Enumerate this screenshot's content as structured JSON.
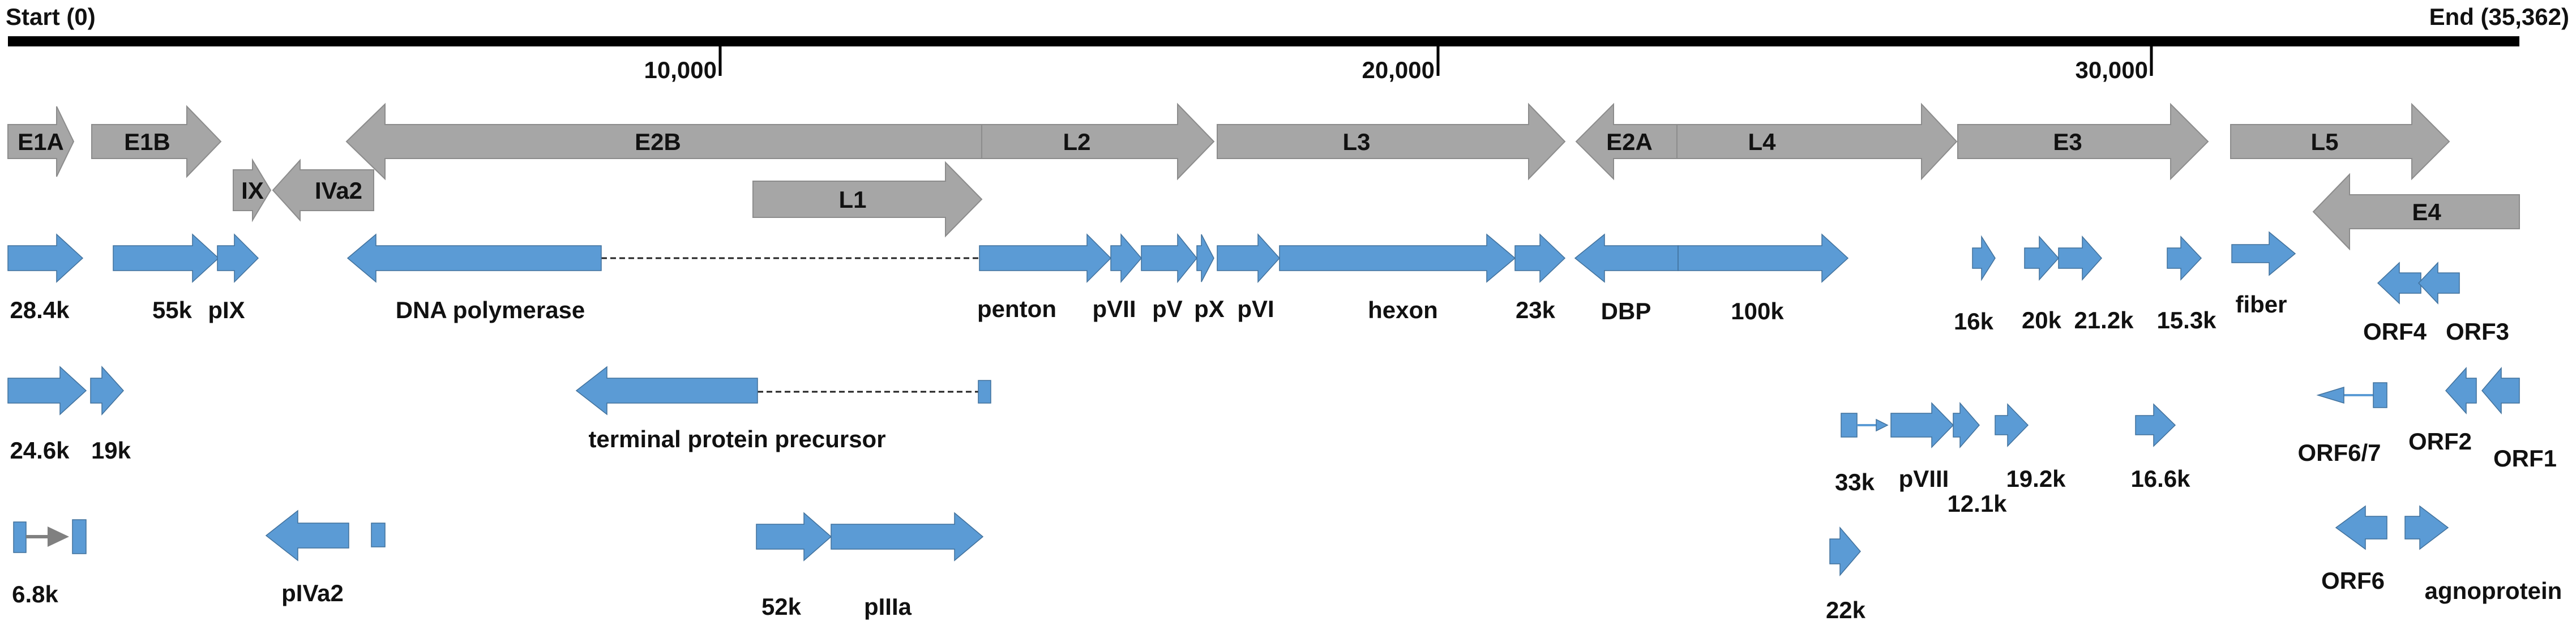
{
  "header": {
    "start_label": "Start   (0)",
    "end_label": "End (35,362)"
  },
  "ruler": {
    "ticks": [
      {
        "label": "10,000"
      },
      {
        "label": "20,000"
      },
      {
        "label": "30,000"
      }
    ]
  },
  "colors": {
    "backbone": "#000000",
    "region_fill": "#a6a6a6",
    "region_stroke": "#8c8c8c",
    "gene_fill": "#5b9bd5",
    "gene_stroke": "#41719c",
    "connector": "#222222",
    "marker": "#808080"
  },
  "regions": [
    {
      "label": "E1A"
    },
    {
      "label": "E1B"
    },
    {
      "label": "IX"
    },
    {
      "label": "IVa2"
    },
    {
      "label": "E2B"
    },
    {
      "label": "L2"
    },
    {
      "label": "L1"
    },
    {
      "label": "L3"
    },
    {
      "label": "E2A"
    },
    {
      "label": "L4"
    },
    {
      "label": "E3"
    },
    {
      "label": "L5"
    },
    {
      "label": "E4"
    }
  ],
  "gene_labels": [
    "28.4k",
    "55k",
    "pIX",
    "DNA polymerase",
    "penton",
    "pVII",
    "pV",
    "pX",
    "pVI",
    "hexon",
    "23k",
    "DBP",
    "100k",
    "16k",
    "20k",
    "21.2k",
    "15.3k",
    "fiber",
    "ORF4",
    "ORF3",
    "24.6k",
    "19k",
    "terminal protein precursor",
    "33k",
    "pVIII",
    "12.1k",
    "19.2k",
    "16.6k",
    "ORF6/7",
    "ORF2",
    "ORF1",
    "6.8k",
    "pIVa2",
    "52k",
    "pIIIa",
    "22k",
    "ORF6",
    "agnoprotein"
  ]
}
